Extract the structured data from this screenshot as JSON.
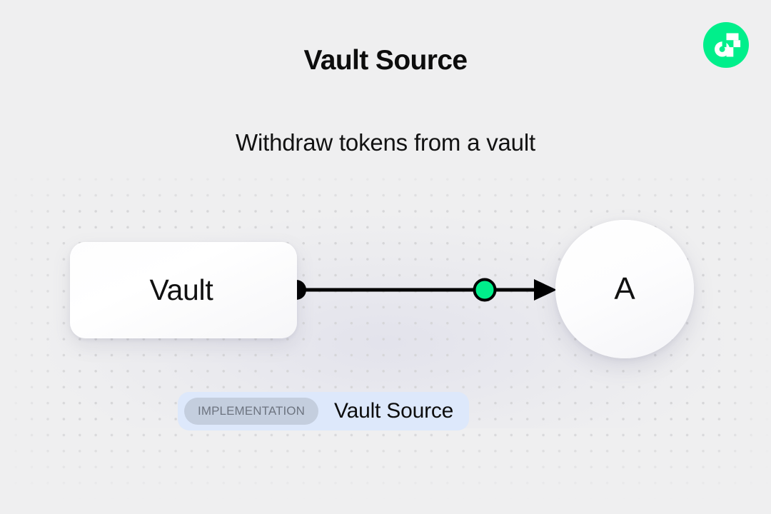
{
  "header": {
    "title": "Vault Source",
    "subtitle": "Withdraw tokens from a vault",
    "logo_icon": "flow-logo-icon"
  },
  "colors": {
    "background": "#efeff0",
    "dot_grid": "#d6d6d8",
    "brand_green": "#00ef8b",
    "node_fill": "#ffffff",
    "edge_stroke": "#000000",
    "badge_bg": "#dde8fb",
    "badge_tag_bg": "#c4cede",
    "badge_tag_text": "#6d7480",
    "text_primary": "#0d0d0d"
  },
  "diagram": {
    "nodes": [
      {
        "id": "vault",
        "label": "Vault",
        "shape": "rounded-rect"
      },
      {
        "id": "a",
        "label": "A",
        "shape": "circle"
      }
    ],
    "edges": [
      {
        "id": "vault-to-a",
        "from": "vault",
        "to": "a",
        "source_handle": "source-handle-dot",
        "midpoint_marker": "green-node-dot",
        "arrow_head": "arrow-head-icon"
      }
    ]
  },
  "badge": {
    "tag": "IMPLEMENTATION",
    "name": "Vault Source"
  }
}
